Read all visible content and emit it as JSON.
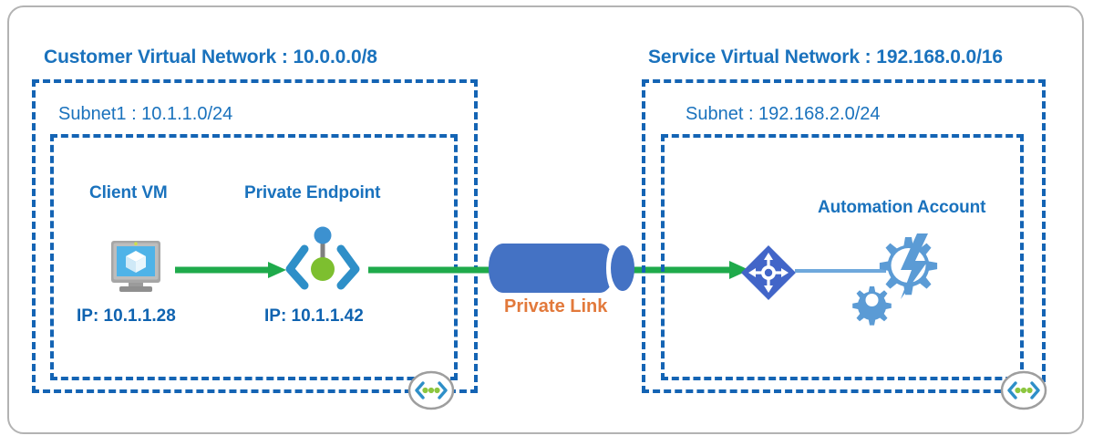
{
  "diagram": {
    "title": "Azure Private Link connectivity diagram",
    "customer_network": {
      "vnet_label": "Customer Virtual Network : 10.0.0.0/8",
      "subnet_label": "Subnet1 : 10.1.1.0/24",
      "nodes": [
        {
          "name": "Client VM",
          "ip": "IP: 10.1.1.28",
          "icon": "virtual-machine-icon"
        },
        {
          "name": "Private Endpoint",
          "ip": "IP: 10.1.1.42",
          "icon": "private-endpoint-icon"
        }
      ],
      "badge_icon": "subnet-delegation-badge-icon"
    },
    "service_network": {
      "vnet_label": "Service Virtual Network : 192.168.0.0/16",
      "subnet_label": "Subnet : 192.168.2.0/24",
      "nodes": [
        {
          "name": "Automation Account",
          "ip": "",
          "icon": "automation-account-icon"
        }
      ],
      "load_balancer_icon": "private-link-service-icon",
      "badge_icon": "subnet-delegation-badge-icon"
    },
    "private_link": {
      "label": "Private Link",
      "icon": "private-link-tunnel-icon"
    },
    "colors": {
      "network_border": "#1464b4",
      "label_blue": "#1a72bd",
      "ip_blue": "#0f63b0",
      "traffic_green": "#1faa4b",
      "tunnel_blue": "#4472c4",
      "private_link_orange": "#e2793b",
      "automation_blue": "#5b9bd5",
      "frame_gray": "#b3b3b3"
    }
  }
}
